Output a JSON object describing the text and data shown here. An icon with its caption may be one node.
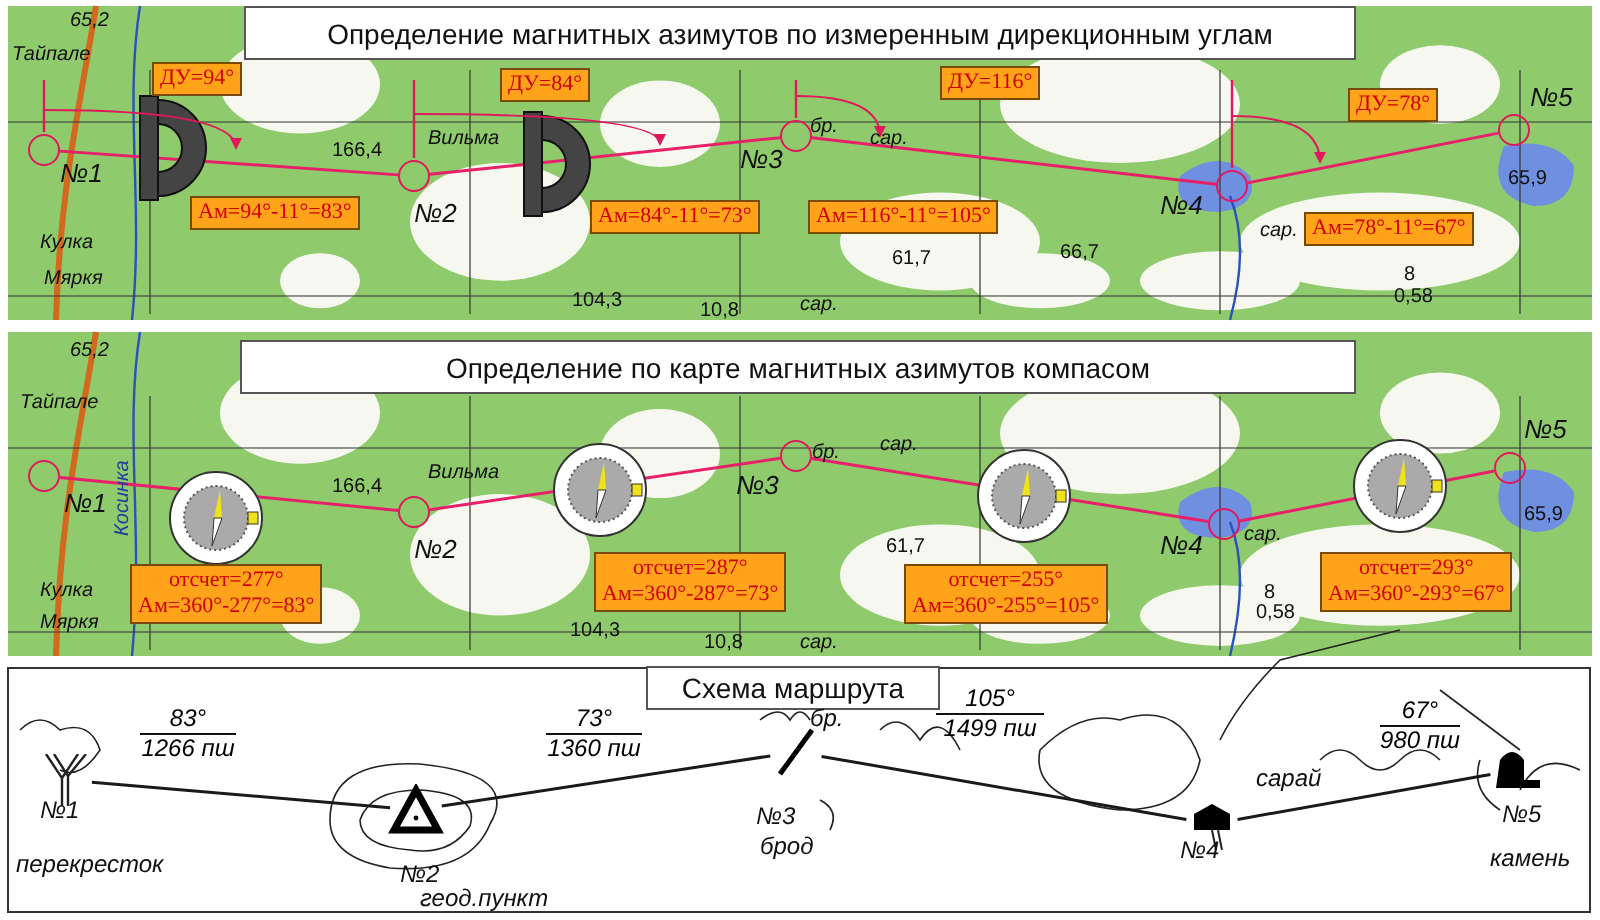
{
  "diagram": {
    "nodes": [
      {
        "text": [
          "Определение магнитных азимутов по измеренным дирекционным углам"
        ]
      },
      {
        "text": [],
        "shape": "circle",
        "beside": [
          "№1"
        ]
      },
      {
        "text": [],
        "shape": "circle",
        "beside": [
          "№2"
        ]
      },
      {
        "text": [],
        "shape": "circle",
        "beside": [
          "№3"
        ]
      },
      {
        "text": [],
        "shape": "circle",
        "beside": [
          "№4"
        ]
      },
      {
        "text": [],
        "shape": "circle",
        "beside": [
          "№5"
        ]
      },
      {
        "text": [
          "ДУ=94°"
        ]
      },
      {
        "text": [
          "Ам=94°-11°=83°"
        ]
      },
      {
        "text": [
          "ДУ=84°"
        ]
      },
      {
        "text": [
          "Ам=84°-11°=73°"
        ]
      },
      {
        "text": [
          "ДУ=116°"
        ]
      },
      {
        "text": [
          "Ам=116°-11°=105°"
        ]
      },
      {
        "text": [
          "ДУ=78°"
        ]
      },
      {
        "text": [
          "Ам=78°-11°=67°"
        ]
      },
      {
        "text": [
          "Определение по карте магнитных азимутов компасом"
        ]
      },
      {
        "text": [],
        "shape": "circle",
        "beside": [
          "№1"
        ]
      },
      {
        "text": [],
        "shape": "circle",
        "beside": [
          "№2"
        ]
      },
      {
        "text": [],
        "shape": "circle",
        "beside": [
          "№3"
        ]
      },
      {
        "text": [],
        "shape": "circle",
        "beside": [
          "№4"
        ]
      },
      {
        "text": [],
        "shape": "circle",
        "beside": [
          "№5"
        ]
      },
      {
        "text": [
          "отсчет=277°",
          "Ам=360°-277°=83°"
        ]
      },
      {
        "text": [
          "отсчет=287°",
          "Ам=360°-287°=73°"
        ]
      },
      {
        "text": [
          "отсчет=255°",
          "Ам=360°-255°=105°"
        ]
      },
      {
        "text": [
          "отсчет=293°",
          "Ам=360°-293°=67°"
        ]
      },
      {
        "text": [
          "Схема маршрута"
        ]
      },
      {
        "text": [],
        "shape": "picture",
        "beside": [
          "№1",
          "перекресток"
        ]
      },
      {
        "text": [],
        "shape": "picture",
        "beside": [
          "№2",
          "геод.пункт"
        ]
      },
      {
        "text": [],
        "shape": "picture",
        "beside": [
          "бр.",
          "№3",
          "брод"
        ]
      },
      {
        "text": [],
        "shape": "picture",
        "beside": [
          "сарай",
          "№4"
        ]
      },
      {
        "text": [],
        "shape": "picture",
        "beside": [
          "№5",
          "камень"
        ]
      }
    ],
    "edges": [
      {
        "from": 1,
        "to": 2,
        "arrow": "none"
      },
      {
        "from": 2,
        "to": 3,
        "arrow": "none"
      },
      {
        "from": 3,
        "to": 4,
        "arrow": "none"
      },
      {
        "from": 4,
        "to": 5,
        "arrow": "none"
      },
      {
        "from": 15,
        "to": 16,
        "arrow": "none"
      },
      {
        "from": 16,
        "to": 17,
        "arrow": "none"
      },
      {
        "from": 17,
        "to": 18,
        "arrow": "none"
      },
      {
        "from": 18,
        "to": 19,
        "arrow": "none"
      },
      {
        "from": 25,
        "to": 26,
        "arrow": "none",
        "label": "83° 1266 пш",
        "color": "#1a1a1a"
      },
      {
        "from": 26,
        "to": 27,
        "arrow": "none",
        "label": "73° 1360 пш",
        "color": "#1a1a1a"
      },
      {
        "from": 27,
        "to": 28,
        "arrow": "none",
        "label": "105° 1499 пш",
        "color": "#1a1a1a"
      },
      {
        "from": 28,
        "to": 29,
        "arrow": "none",
        "label": "67° 980 пш",
        "color": "#1a1a1a"
      }
    ],
    "labels": [
      "65,2",
      "Тайпале",
      "Кулка",
      "Мяркя",
      "166,4",
      "Вильма",
      "104,3",
      "10,8",
      "бр.",
      "сар.",
      "61,7",
      "66,7",
      "сар.",
      "сар.",
      "8",
      "0,58",
      "65,9",
      "65,2",
      "Тайпале",
      "Косинка",
      "Кулка",
      "Мяркя",
      "166,4",
      "Вильма",
      "104,3",
      "10,8",
      "бр.",
      "сар.",
      "61,7",
      "сар.",
      "сар.",
      "8",
      "0,58",
      "65,9"
    ]
  }
}
